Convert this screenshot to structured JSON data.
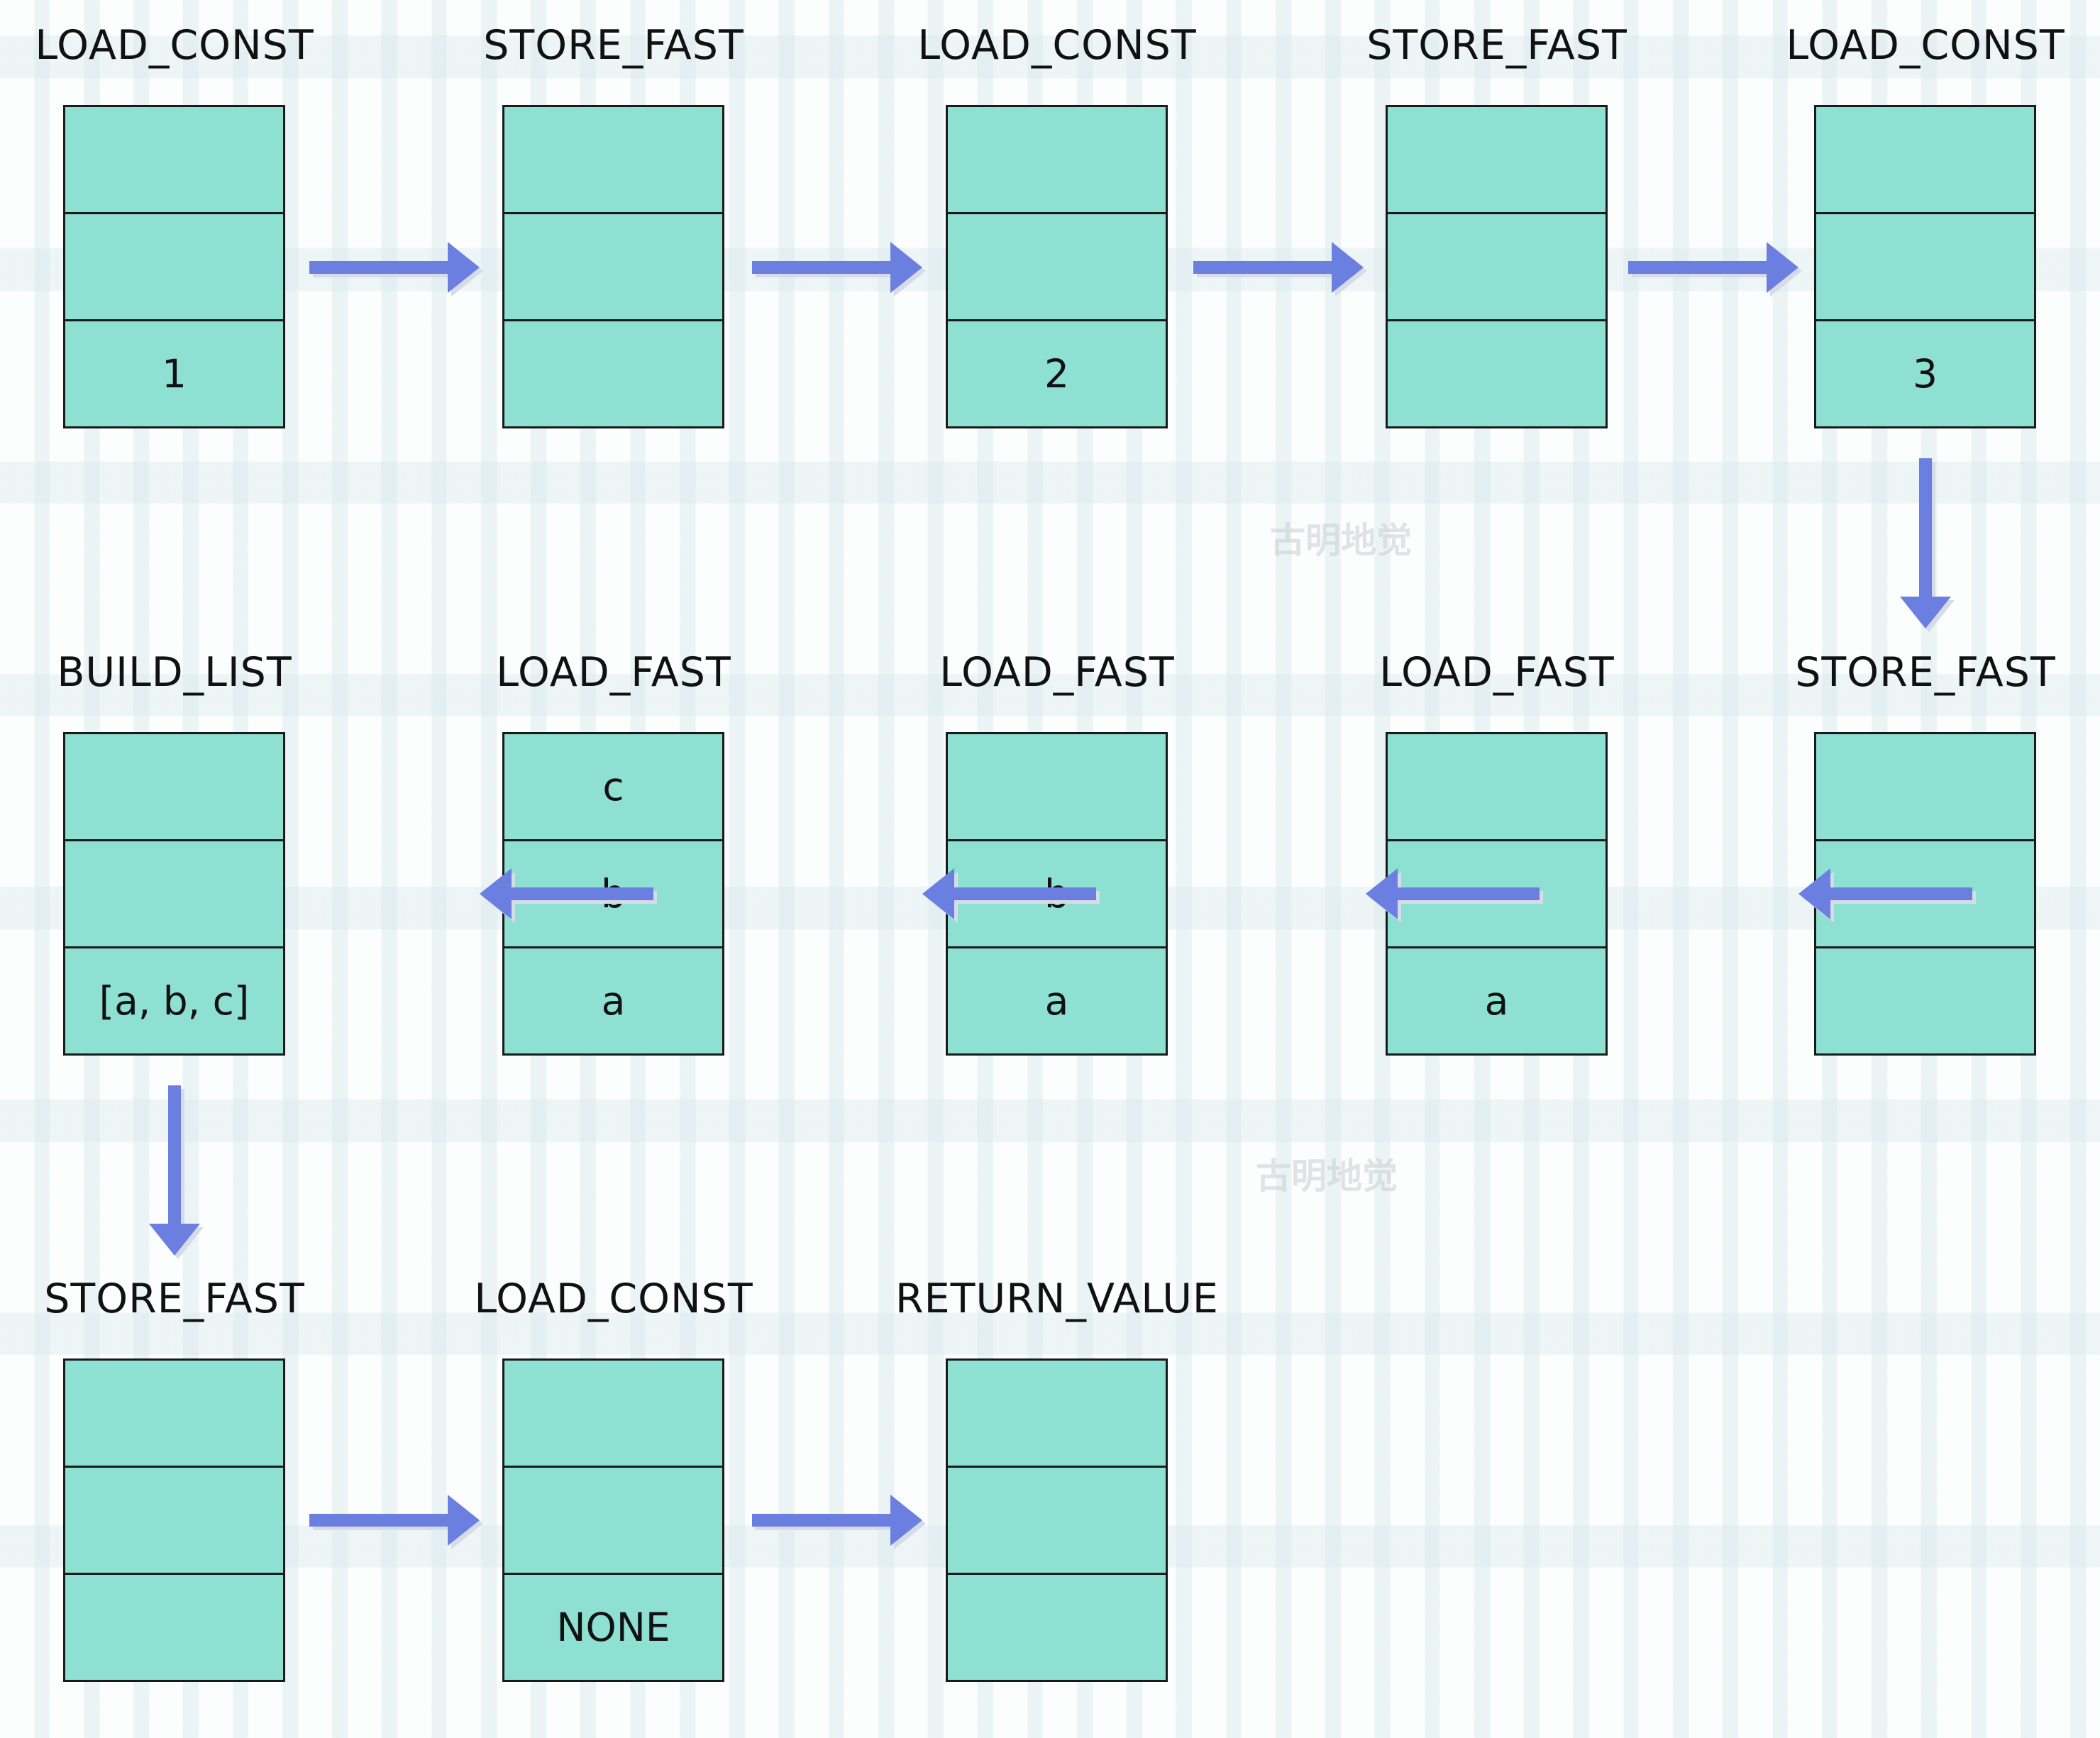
{
  "watermark": "古明地觉",
  "steps": [
    {
      "op": "LOAD_CONST",
      "cells": [
        "",
        "",
        "1"
      ]
    },
    {
      "op": "STORE_FAST",
      "cells": [
        "",
        "",
        ""
      ]
    },
    {
      "op": "LOAD_CONST",
      "cells": [
        "",
        "",
        "2"
      ]
    },
    {
      "op": "STORE_FAST",
      "cells": [
        "",
        "",
        ""
      ]
    },
    {
      "op": "LOAD_CONST",
      "cells": [
        "",
        "",
        "3"
      ]
    },
    {
      "op": "STORE_FAST",
      "cells": [
        "",
        "",
        ""
      ]
    },
    {
      "op": "LOAD_FAST",
      "cells": [
        "",
        "",
        "a"
      ]
    },
    {
      "op": "LOAD_FAST",
      "cells": [
        "",
        "b",
        "a"
      ]
    },
    {
      "op": "LOAD_FAST",
      "cells": [
        "c",
        "b",
        "a"
      ]
    },
    {
      "op": "BUILD_LIST",
      "cells": [
        "",
        "",
        "[a, b, c]"
      ]
    },
    {
      "op": "STORE_FAST",
      "cells": [
        "",
        "",
        ""
      ]
    },
    {
      "op": "LOAD_CONST",
      "cells": [
        "",
        "",
        "NONE"
      ]
    },
    {
      "op": "RETURN_VALUE",
      "cells": [
        "",
        "",
        ""
      ]
    }
  ],
  "colors": {
    "stack_fill": "#8ee0d2",
    "arrow": "#6b7fe0",
    "border": "#1a1a1a"
  }
}
